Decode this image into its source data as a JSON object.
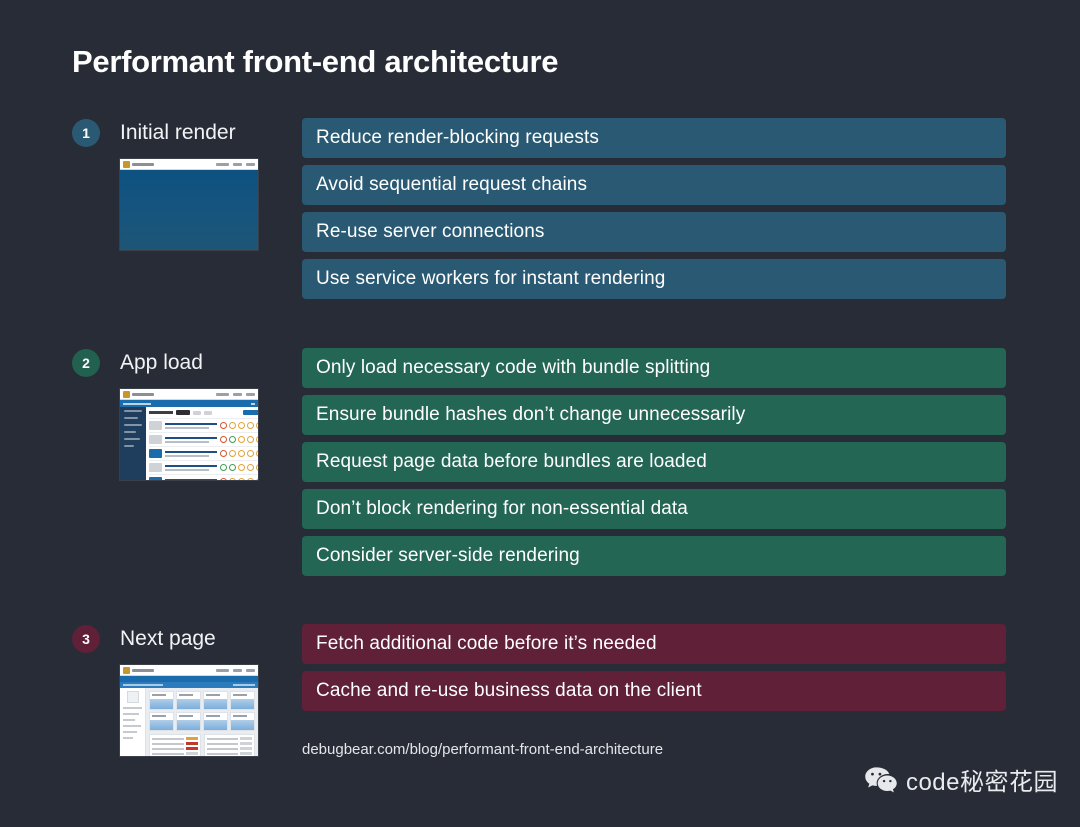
{
  "title": "Performant front-end architecture",
  "colors": {
    "background": "#282c36",
    "blue": "#2a5a73",
    "green": "#246654",
    "red": "#5f2038",
    "text": "#ffffff"
  },
  "sections": [
    {
      "number": "1",
      "label": "Initial render",
      "badge_color": "#2a5a73",
      "item_color": "#2a5a73",
      "thumbnail_name": "initial-render-screenshot",
      "items": [
        "Reduce render-blocking requests",
        "Avoid sequential request chains",
        "Re-use server connections",
        "Use service workers for instant rendering"
      ]
    },
    {
      "number": "2",
      "label": "App load",
      "badge_color": "#22604f",
      "item_color": "#246654",
      "thumbnail_name": "app-load-screenshot",
      "items": [
        "Only load necessary code with bundle splitting",
        "Ensure bundle hashes don’t change unnecessarily",
        "Request page data before bundles are loaded",
        "Don’t block rendering for non-essential data",
        "Consider server-side rendering"
      ]
    },
    {
      "number": "3",
      "label": "Next page",
      "badge_color": "#5f2038",
      "item_color": "#5f2038",
      "thumbnail_name": "next-page-screenshot",
      "items": [
        "Fetch additional code before it’s needed",
        "Cache and re-use business data on the client"
      ]
    }
  ],
  "source_url": "debugbear.com/blog/performant-front-end-architecture",
  "watermark": {
    "icon": "wechat-icon",
    "text": "code秘密花园"
  }
}
